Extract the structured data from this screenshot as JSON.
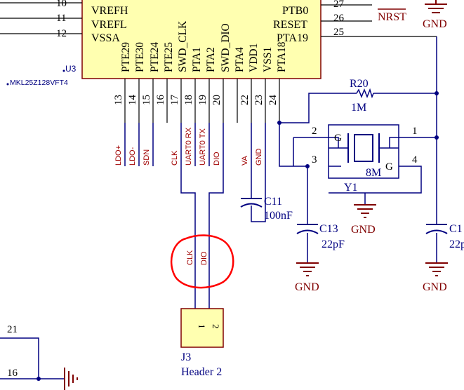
{
  "chip": {
    "pin_names_left": [
      "VREFH",
      "VREFL",
      "VSSA"
    ],
    "pin_numbers_left": [
      "10",
      "11",
      "12"
    ],
    "pin_names_right": [
      "PTB0",
      "RESET",
      "PTA19"
    ],
    "pin_numbers_right": [
      "27",
      "26",
      "25"
    ],
    "pin_names_bottom": [
      "PTE29",
      "PTE30",
      "PTE24",
      "PTE25",
      "SWD_CLK",
      "PTA1",
      "PTA2",
      "SWD_DIO",
      "PTA4",
      "VDD1",
      "VSS1",
      "PTA18"
    ],
    "pin_numbers_bottom": [
      "13",
      "14",
      "15",
      "16",
      "17",
      "18",
      "19",
      "20",
      "22",
      "23",
      "24"
    ],
    "designator": "U3",
    "part_number": "MKL25Z128VFT4"
  },
  "net_labels_bottom": [
    "LDO+",
    "LDO-",
    "SDN",
    "CLK",
    "UART0 RX",
    "UART0 TX",
    "DIO",
    "VA",
    "GND"
  ],
  "resistor": {
    "designator": "R20",
    "value": "1M"
  },
  "crystal": {
    "designator": "Y1",
    "value": "8M",
    "pin_labels": [
      "G",
      "G"
    ],
    "pin_numbers": [
      "1",
      "2",
      "3",
      "4"
    ]
  },
  "capacitors": [
    {
      "designator": "C11",
      "value": "100nF"
    },
    {
      "designator": "C13",
      "value": "22pF"
    },
    {
      "designator": "C1",
      "value": "22p"
    }
  ],
  "ground_label": "GND",
  "reset_net": "NRST",
  "header": {
    "designator": "J3",
    "name": "Header 2",
    "pins": [
      "1",
      "2"
    ],
    "net_labels": [
      "CLK",
      "DIO"
    ]
  },
  "left_pins": [
    "21",
    "16"
  ],
  "colors": {
    "chip_fill": "#ffffb0",
    "wire": "#000080",
    "part": "#000080",
    "text": "#000080",
    "pin_text": "#000000",
    "net_label": "#a00000",
    "ground": "#800000",
    "circle_markup": "#ff0000"
  }
}
